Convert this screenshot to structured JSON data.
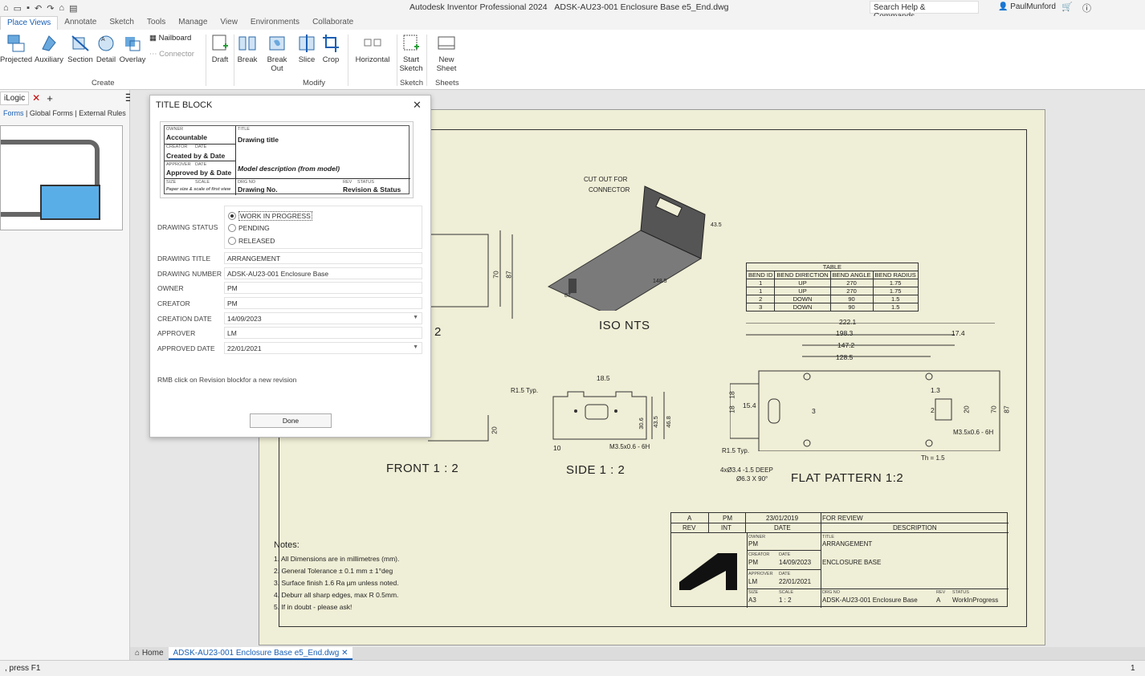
{
  "app": {
    "title": "Autodesk Inventor Professional 2024",
    "document": "ADSK-AU23-001 Enclosure Base e5_End.dwg",
    "search_placeholder": "Search Help & Commands...",
    "user": "PaulMunford"
  },
  "ribbon": {
    "tabs": [
      "Place Views",
      "Annotate",
      "Sketch",
      "Tools",
      "Manage",
      "View",
      "Environments",
      "Collaborate"
    ],
    "buttons": {
      "projected": "Projected",
      "auxiliary": "Auxiliary",
      "section": "Section",
      "detail": "Detail",
      "overlay": "Overlay",
      "nailboard": "Nailboard",
      "connector": "Connector",
      "draft": "Draft",
      "break": "Break",
      "break_out": "Break Out",
      "slice": "Slice",
      "crop": "Crop",
      "horizontal": "Horizontal",
      "start_sketch_1": "Start",
      "start_sketch_2": "Sketch",
      "new_sheet": "New Sheet"
    },
    "groups": {
      "create": "Create",
      "modify": "Modify",
      "sketch": "Sketch",
      "sheets": "Sheets"
    }
  },
  "left_panel": {
    "tab_label": "iLogic",
    "links": [
      "Forms",
      "Global Forms",
      "External Rules"
    ]
  },
  "dialog": {
    "title": "TITLE BLOCK",
    "preview": {
      "owner_small": "OWNER",
      "owner": "Accountable",
      "title_small": "TITLE",
      "title": "Drawing title",
      "creator_small": "CREATOR",
      "date_small": "DATE",
      "creator": "Created by & Date",
      "approver_small": "APPROVER",
      "approver": "Approved by & Date",
      "model_desc": "Model description (from model)",
      "size_small": "SIZE",
      "scale_small": "SCALE",
      "size_desc": "Paper size & scale of first view",
      "drgno_small": "DRG NO",
      "drgno": "Drawing No.",
      "rev_small": "REV",
      "status_small": "STATUS",
      "revstatus": "Revision & Status"
    },
    "status_label": "DRAWING STATUS",
    "status_options": [
      "WORK IN PROGRESS",
      "PENDING",
      "RELEASED"
    ],
    "fields": {
      "title_label": "DRAWING TITLE",
      "title_value": "ARRANGEMENT",
      "number_label": "DRAWING NUMBER",
      "number_value": "ADSK-AU23-001 Enclosure Base",
      "owner_label": "OWNER",
      "owner_value": "PM",
      "creator_label": "CREATOR",
      "creator_value": "PM",
      "cdate_label": "CREATION DATE",
      "cdate_value": "14/09/2023",
      "approver_label": "APPROVER",
      "approver_value": "LM",
      "adate_label": "APPROVED DATE",
      "adate_value": "22/01/2021"
    },
    "note": "RMB click on Revision blockfor a new revision",
    "done": "Done"
  },
  "drawing": {
    "views": {
      "iso": "ISO  NTS",
      "front": "FRONT  1 : 2",
      "side": "SIDE  1 : 2",
      "flat": "FLAT PATTERN  1:2",
      "partial": "2"
    },
    "callouts": {
      "cutout1": "CUT OUT FOR",
      "cutout2": "CONNECTOR",
      "r15a": "R1.5 Typ.",
      "r15b": "R1.5 Typ.",
      "thread1": "M3.5x0.6 - 6H",
      "thread2": "M3.5x0.6 - 6H",
      "holes1": "4xØ3.4 -1.5 DEEP",
      "holes2": "Ø6.3 X 90°",
      "thickness": "Th = 1.5"
    },
    "dims": {
      "d70": "70",
      "d87": "87",
      "d20": "20",
      "d185": "18.5",
      "d306": "30.6",
      "d435": "43.5",
      "d468": "46.8",
      "d10": "10",
      "d2221": "222.1",
      "d1983": "198.3",
      "d1472": "147.2",
      "d1285": "128.5",
      "d174": "17.4",
      "d18a": "18",
      "d18b": "18",
      "d154": "15.4",
      "d3": "3",
      "d13": "1.3",
      "d2": "2",
      "d20b": "20",
      "d70b": "70",
      "d87b": "87",
      "iso87": "87",
      "iso1485": "148.5",
      "iso435": "43.5"
    },
    "bend_table": {
      "title": "TABLE",
      "headers": [
        "BEND ID",
        "BEND DIRECTION",
        "BEND ANGLE",
        "BEND RADIUS"
      ],
      "rows": [
        [
          "1",
          "UP",
          "270",
          "1.75"
        ],
        [
          "1",
          "UP",
          "270",
          "1.75"
        ],
        [
          "2",
          "DOWN",
          "90",
          "1.5"
        ],
        [
          "3",
          "DOWN",
          "90",
          "1.5"
        ]
      ]
    },
    "notes": {
      "heading": "Notes:",
      "items": [
        "1.    All Dimensions are in millimetres (mm).",
        "2.    General Tolerance ±  0.1 mm ± 1°deg",
        "3.    Surface finish 1.6 Ra µm unless noted.",
        "4.    Deburr all sharp edges, max R 0.5mm.",
        "5.    If in doubt - please ask!"
      ]
    },
    "title_block": {
      "rev_row": {
        "rev": "A",
        "by": "PM",
        "date": "23/01/2019",
        "desc": "FOR REVIEW"
      },
      "rev_head": {
        "rev": "REV",
        "int": "INT",
        "date": "DATE",
        "desc": "DESCRIPTION"
      },
      "owner_small": "OWNER",
      "owner": "PM",
      "title_small": "TITLE",
      "title": "ARRANGEMENT",
      "subtitle": "ENCLOSURE BASE",
      "creator_small": "CREATOR",
      "date_small": "DATE",
      "creator": "PM",
      "cdate": "14/09/2023",
      "approver_small": "APPROVER",
      "date_small2": "DATE",
      "approver": "LM",
      "adate": "22/01/2021",
      "size_small": "SIZE",
      "scale_small": "SCALE",
      "size": "A3",
      "scale": "1 : 2",
      "drgno_small": "DRG NO",
      "drgno": "ADSK-AU23-001 Enclosure Base",
      "rev_small": "REV",
      "status_small": "STATUS",
      "rev": "A",
      "status": "WorkInProgress"
    }
  },
  "doc_tabs": {
    "home": "Home",
    "file": "ADSK-AU23-001 Enclosure Base e5_End.dwg"
  },
  "status_bar": {
    "text": ", press F1",
    "count": "1"
  }
}
